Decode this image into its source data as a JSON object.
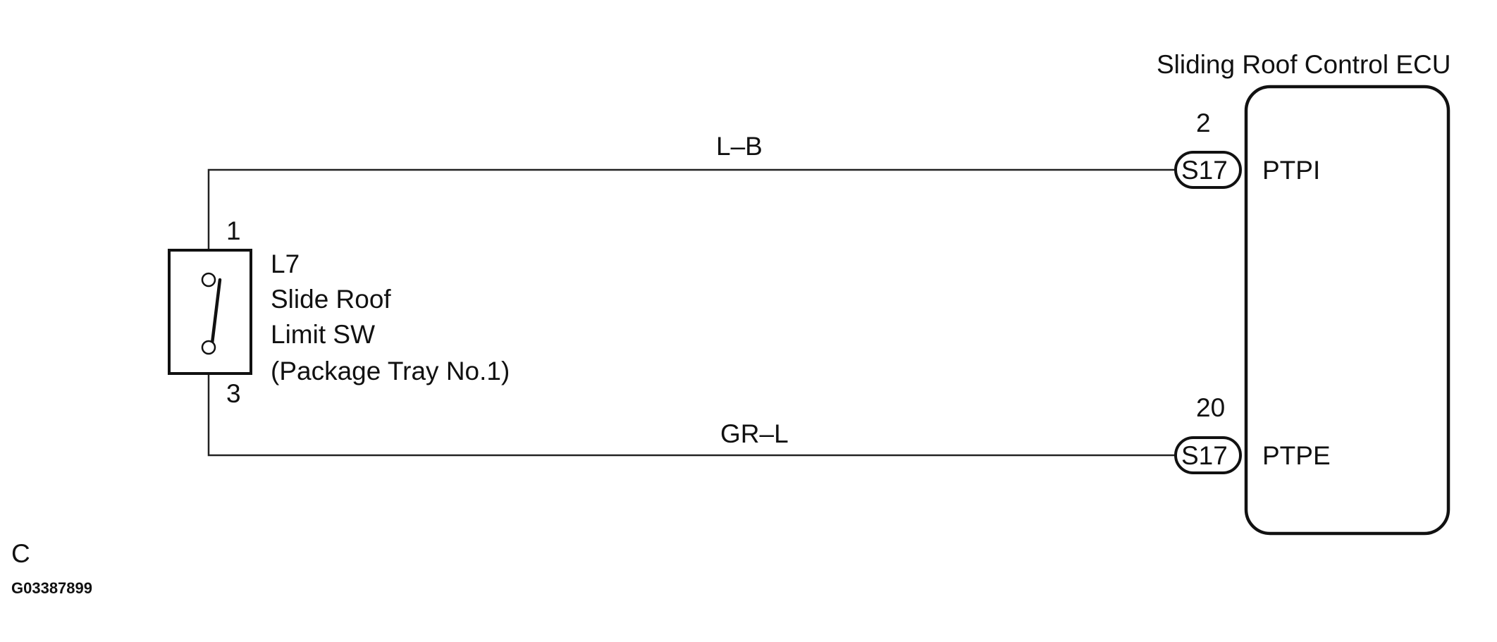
{
  "ecu": {
    "title": "Sliding Roof Control ECU",
    "pins": [
      {
        "pin": "2",
        "connector": "S17",
        "terminal": "PTPI",
        "wire_color": "L–B"
      },
      {
        "pin": "20",
        "connector": "S17",
        "terminal": "PTPE",
        "wire_color": "GR–L"
      }
    ]
  },
  "switch": {
    "code": "L7",
    "name_line1": "Slide Roof",
    "name_line2": "Limit SW",
    "name_line3": "(Package Tray No.1)",
    "pin_top": "1",
    "pin_bottom": "3"
  },
  "footer": {
    "letter": "C",
    "figure_id": "G03387899"
  }
}
